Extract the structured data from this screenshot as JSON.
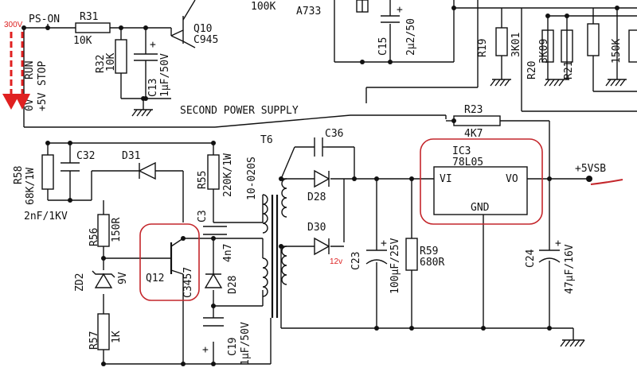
{
  "title": "SECOND POWER SUPPLY",
  "annotations": {
    "volt_300": "300V",
    "volt_12": "12v"
  },
  "left_signals": [
    "RUN",
    "STOP",
    "0V",
    "+5V"
  ],
  "top_labels": {
    "ps_on": "PS-ON",
    "r31": "R31",
    "r31_val": "10K",
    "r32": "R32",
    "r32_val": "10K",
    "c13": "C13",
    "c13_val": "1µF/50V",
    "q10": "Q10",
    "q10_part": "C945",
    "k100": "100K",
    "a733": "A733",
    "c15": "C15",
    "c15_val": "2µ2/50",
    "r19": "R19",
    "r19_val": "3K01",
    "r20": "R20",
    "r20_val": "3K09",
    "r21": "R21",
    "r21_val": "150K"
  },
  "components": {
    "r58": "R58",
    "r58_val": "68K/1W",
    "c32": "C32",
    "c32_val": "2nF/1KV",
    "d31": "D31",
    "r55": "R55",
    "r55_val": "220K/1W",
    "c3": "C3",
    "c3_val": "4n7",
    "r56": "R56",
    "r56_val": "150R",
    "zd2": "ZD2",
    "zd2_val": "9V",
    "q12": "Q12",
    "q12_part": "C3457",
    "d28a": "D28",
    "c19": "C19",
    "c19_val": "1µF/50V",
    "r57": "R57",
    "r57_val": "1K",
    "t6": "T6",
    "t6_part": "10-020S",
    "c36": "C36",
    "d28b": "D28",
    "d30": "D30",
    "c23": "C23",
    "c23_val": "100µF/25V",
    "r59": "R59",
    "r59_val": "680R",
    "r23": "R23",
    "r23_val": "4K7",
    "ic3": "IC3",
    "ic3_part": "78L05",
    "vi": "VI",
    "vo": "VO",
    "gnd": "GND",
    "c24": "C24",
    "c24_val": "47µF/16V",
    "vsb": "+5VSB"
  },
  "colors": {
    "wire": "#111111",
    "highlight": "#c4262b",
    "arrow": "#e02020"
  }
}
